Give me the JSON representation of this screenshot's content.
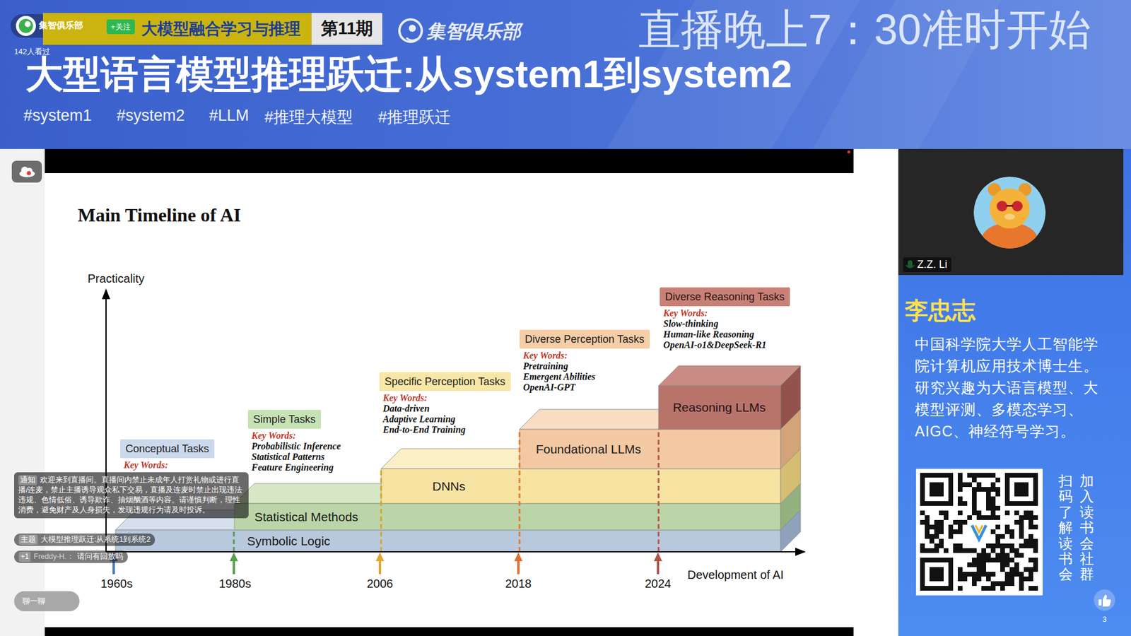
{
  "diagram": {
    "title": "大型语言模型推理跃迁:从system1到system2",
    "nodes": [
      {
        "text": [
          "大模型融合学习与推理"
        ]
      },
      {
        "text": [
          "第11期"
        ]
      },
      {
        "text": [
          "+关注"
        ]
      },
      {
        "text": [
          "Symbolic Logic"
        ]
      },
      {
        "text": [
          "Statistical Methods"
        ]
      },
      {
        "text": [
          "DNNs"
        ]
      },
      {
        "text": [
          "Foundational LLMs"
        ]
      },
      {
        "text": [
          "Reasoning LLMs"
        ]
      },
      {
        "text": [
          "Conceptual Tasks",
          "Key Words:"
        ]
      },
      {
        "text": [
          "Simple Tasks",
          "Key Words:",
          "Probabilistic Inference",
          "Statistical Patterns",
          "Feature Engineering"
        ]
      },
      {
        "text": [
          "Specific Perception Tasks",
          "Key Words:",
          "Data-driven",
          "Adaptive Learning",
          "End-to-End Training"
        ]
      },
      {
        "text": [
          "Diverse Perception Tasks",
          "Key Words:",
          "Pretraining",
          "Emergent Abilities",
          "OpenAI-GPT"
        ]
      },
      {
        "text": [
          "Diverse Reasoning Tasks",
          "Key Words:",
          "Slow-thinking",
          "Human-like Reasoning",
          "OpenAI-o1&DeepSeek-R1"
        ]
      },
      {
        "text": [
          "通知",
          "欢迎来到直播间。直播间内禁止未成年人打赏礼物或进行直播/连麦，禁止主播诱导观众私下交易，直播及连麦时禁止出现违法违规、色情低俗、诱导欺诈、抽烟酗酒等内容。请谨慎判断，理性消费，避免财产及人身损失，发现违规行为请及时投诉。"
        ]
      },
      {
        "text": [
          "主题",
          "大模型推理跃迁:从系统1到系统2"
        ]
      },
      {
        "text": [
          "+1",
          "Freddy-H.：",
          "请问有回放吗"
        ]
      },
      {
        "text": [
          "聊一聊"
        ]
      },
      {
        "text": [
          "Z.Z. Li"
        ]
      }
    ],
    "labels": [
      "集智俱乐部",
      "142人看过",
      "集智俱乐部",
      "直播晚上7：30准时开始",
      "#system1",
      "#system2",
      "#LLM",
      "#推理大模型",
      "#推理跃迁",
      "Main Timeline of AI",
      "Practicality",
      "1960s",
      "1980s",
      "2006",
      "2018",
      "2024",
      "Development of AI",
      "李忠志",
      "中国科学院大学人工智能学院计算机应用技术博士生。研究兴趣为大语言模型、大模型评测、多模态学习、AIGC、神经符号学习。",
      "扫码了解读书会",
      "加入读书会社群",
      "3"
    ]
  }
}
